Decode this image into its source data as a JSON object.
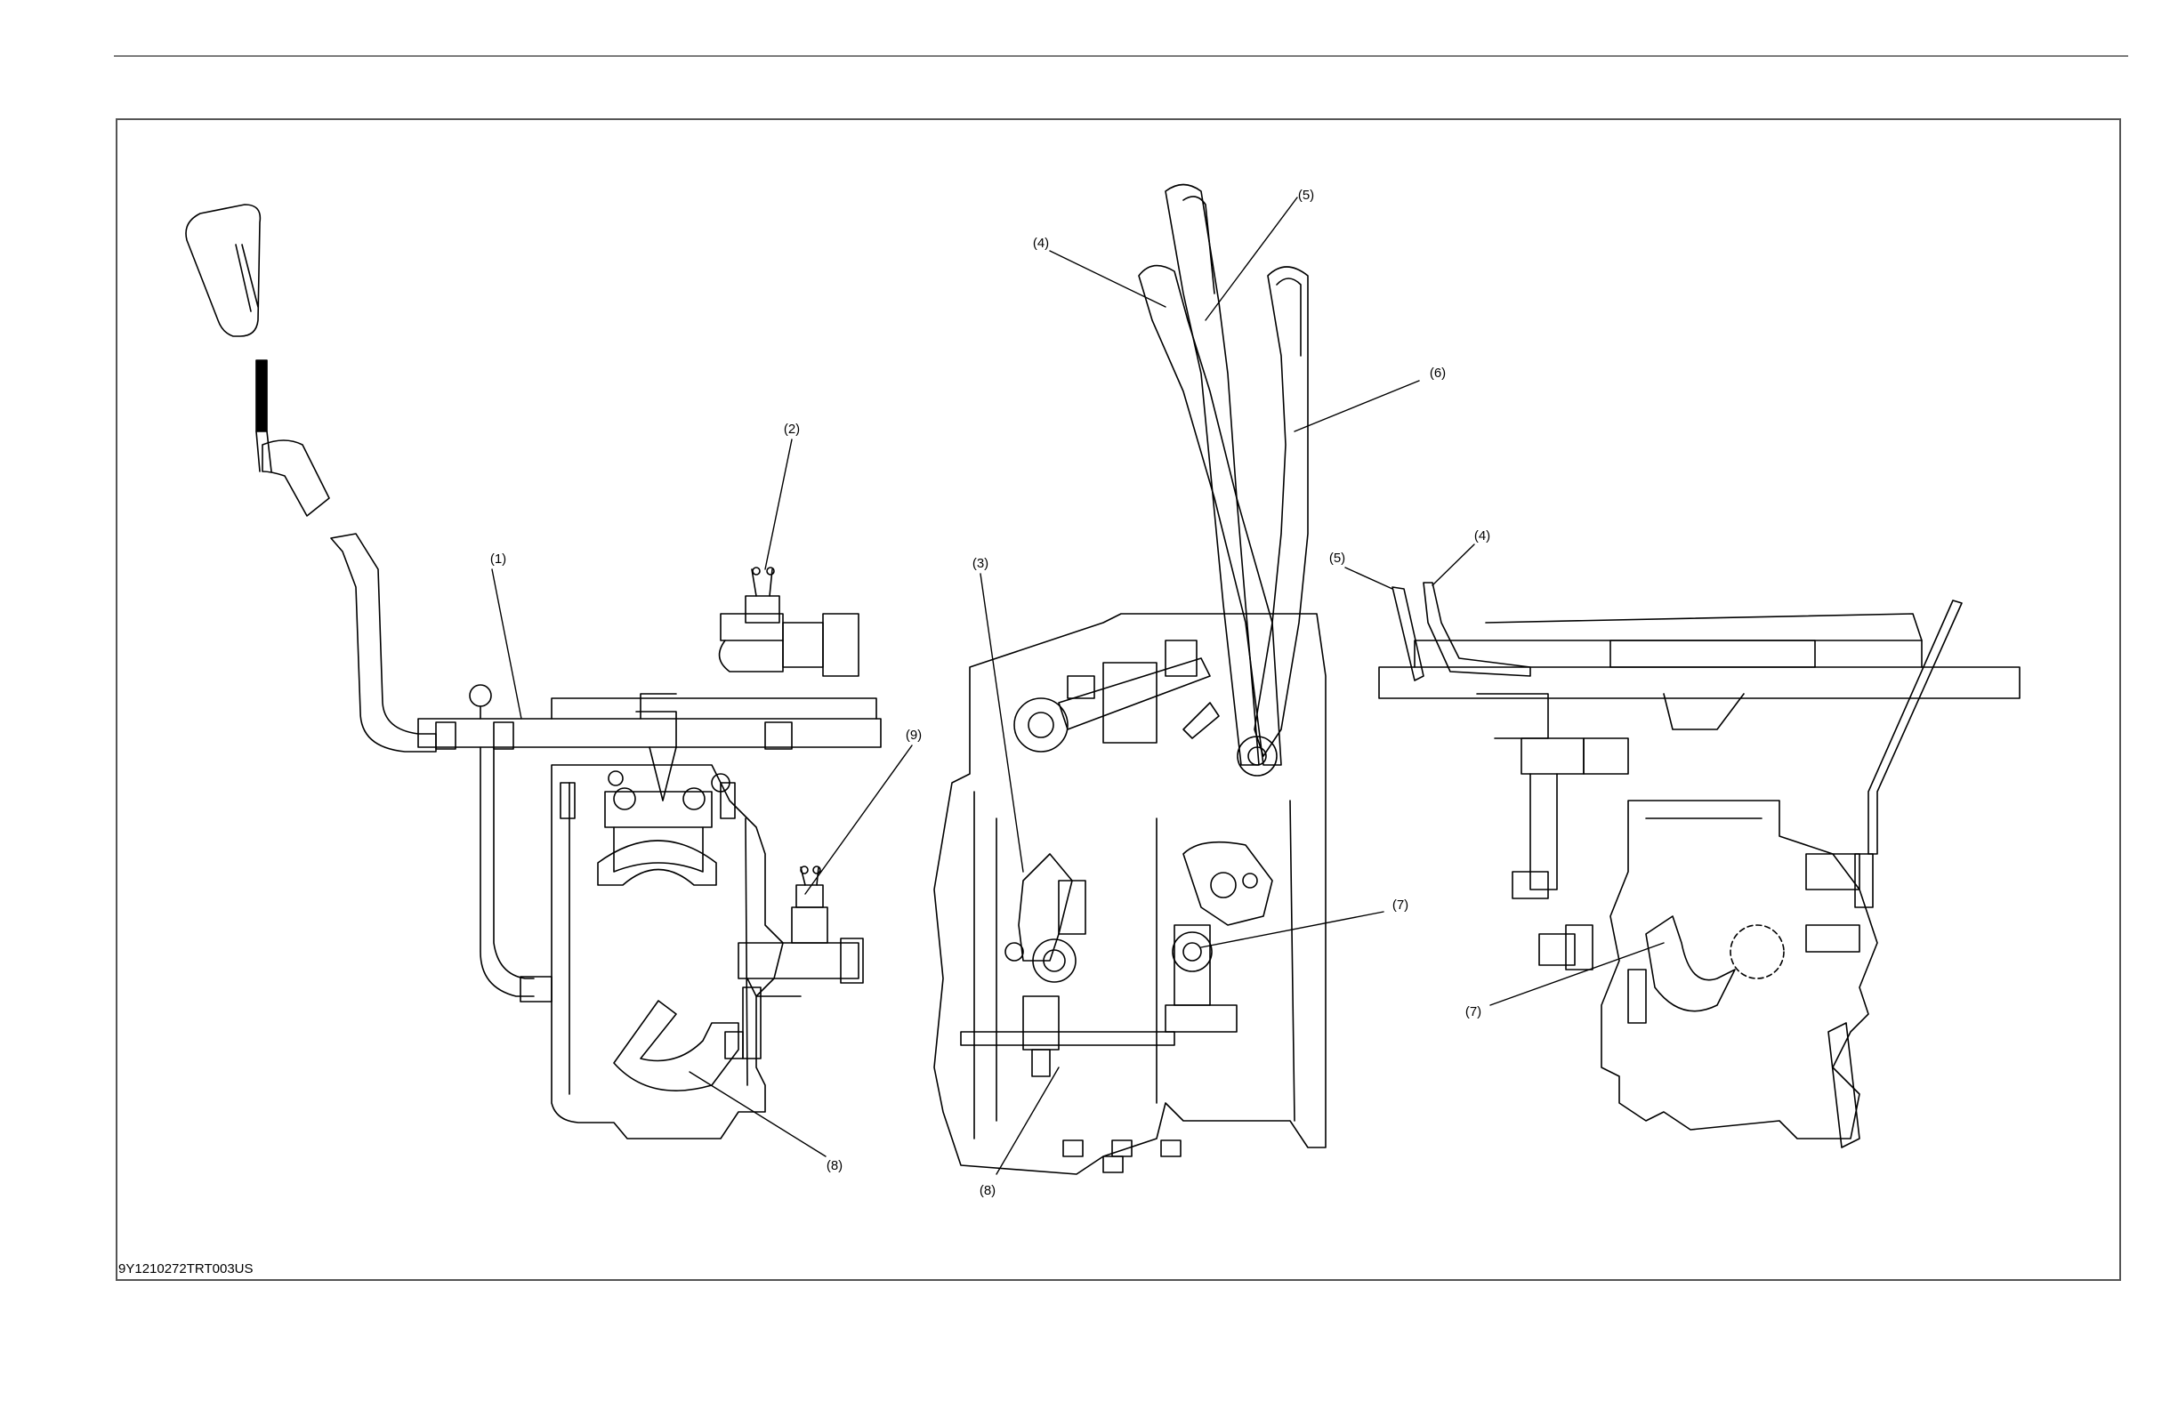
{
  "callouts": {
    "c1": "(1)",
    "c2": "(2)",
    "c9": "(9)",
    "c8a": "(8)",
    "c3": "(3)",
    "c4a": "(4)",
    "c5a": "(5)",
    "c6": "(6)",
    "c7a": "(7)",
    "c8b": "(8)",
    "c5b": "(5)",
    "c4b": "(4)",
    "c7b": "(7)"
  },
  "figure_code": "9Y1210272TRT003US",
  "colors": {
    "line": "#000000",
    "frame": "#555555",
    "rule": "#7a7a7a"
  }
}
